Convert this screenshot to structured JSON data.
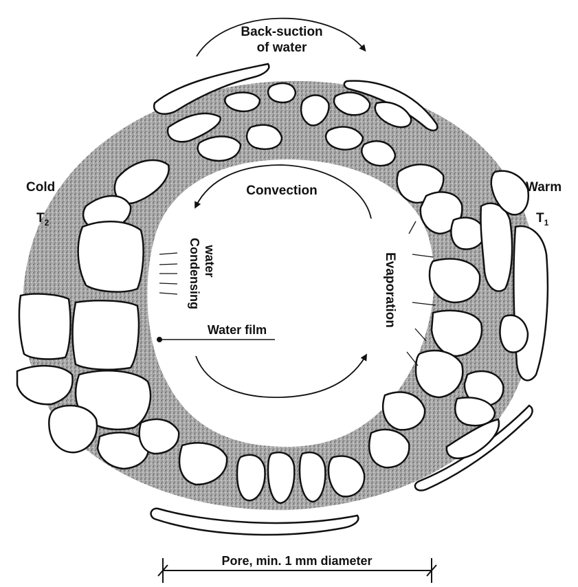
{
  "labels": {
    "back_suction_1": "Back-suction",
    "back_suction_2": "of water",
    "cold": "Cold",
    "cold_temp": "T",
    "cold_temp_sub": "2",
    "warm": "Warm",
    "warm_temp": "T",
    "warm_temp_sub": "1",
    "convection": "Convection",
    "condensing_1": "Condensing",
    "condensing_2": "water",
    "evaporation": "Evaporation",
    "water_film": "Water film",
    "pore_scale": "Pore, min. 1 mm diameter"
  },
  "colors": {
    "ink": "#111111",
    "film_fill": "#9a9a9a",
    "grain_fill": "#ffffff",
    "background": "#ffffff"
  }
}
